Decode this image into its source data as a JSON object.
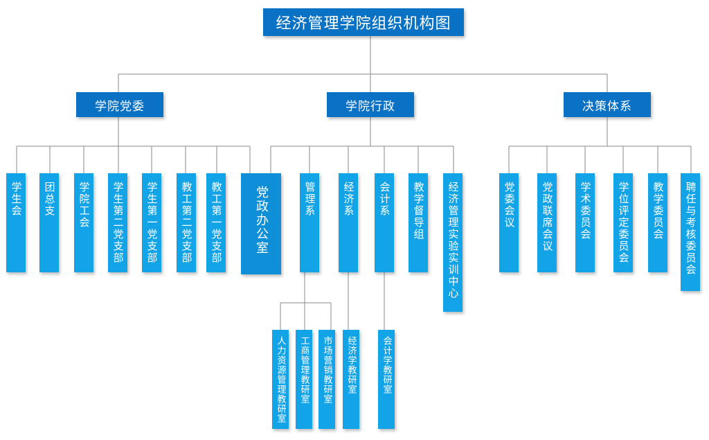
{
  "title": "经济管理学院组织机构图",
  "colors": {
    "header_blue": "#0a72c4",
    "node_blue": "#13a4e8",
    "line_gray": "#8a8a8a"
  },
  "level1": [
    {
      "label": "学院党委",
      "children": [
        {
          "label": "学生会"
        },
        {
          "label": "团总支"
        },
        {
          "label": "学院工会"
        },
        {
          "label": "学生第二党支部"
        },
        {
          "label": "学生第一党支部"
        },
        {
          "label": "教工第二党支部"
        },
        {
          "label": "教工第一党支部"
        }
      ]
    },
    {
      "label": "学院行政",
      "children": [
        {
          "label": "党政办公室"
        },
        {
          "label": "管理系",
          "children": [
            {
              "label": "人力资源管理教研室"
            },
            {
              "label": "工商管理教研室"
            },
            {
              "label": "市场营销教研室"
            }
          ]
        },
        {
          "label": "经济系",
          "children": [
            {
              "label": "经济学教研室"
            }
          ]
        },
        {
          "label": "会计系",
          "children": [
            {
              "label": "会计学教研室"
            }
          ]
        },
        {
          "label": "教学督导组"
        },
        {
          "label": "经济管理实验实训中心"
        }
      ]
    },
    {
      "label": "决策体系",
      "children": [
        {
          "label": "党委会议"
        },
        {
          "label": "党政联席会议"
        },
        {
          "label": "学术委员会"
        },
        {
          "label": "学位评定委员会"
        },
        {
          "label": "教学委员会"
        },
        {
          "label": "聘任与考核委员会"
        }
      ]
    }
  ]
}
